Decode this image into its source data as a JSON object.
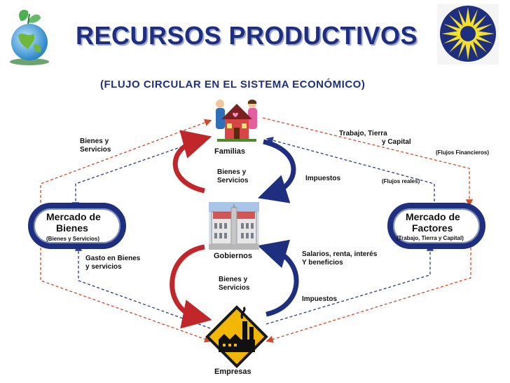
{
  "title": "RECURSOS PRODUCTIVOS",
  "subtitle": "(FLUJO CIRCULAR EN EL SISTEMA ECONÓMICO)",
  "nodes": {
    "familias": "Familias",
    "gobiernos": "Gobiernos",
    "empresas": "Empresas",
    "mercado_bienes": {
      "title_line1": "Mercado de",
      "title_line2": "Bienes",
      "subtitle": "(Bienes y Servicios)"
    },
    "mercado_factores": {
      "title_line1": "Mercado de",
      "title_line2": "Factores",
      "subtitle": "(Trabajo, Tierra  y Capital)"
    }
  },
  "labels": {
    "bienes_servicios_top_1": "Bienes y",
    "bienes_servicios_top_2": "Servicios",
    "trabajo_1": "Trabajo, Tierra",
    "trabajo_2": "y Capital",
    "flujos_financieros": "(Flujos Financieros)",
    "bienes_servicios_mid_1": "Bienes y",
    "bienes_servicios_mid_2": "Servicios",
    "impuestos_top": "Impuestos",
    "flujos_reales": "(Flujos reales)",
    "gasto_1": "Gasto en Bienes",
    "gasto_2": "y servicios",
    "salarios_1": "Salarios, renta, interés",
    "salarios_2": "Y beneficios",
    "bienes_servicios_low_1": "Bienes y",
    "bienes_servicios_low_2": "Servicios",
    "impuestos_low": "Impuestos"
  },
  "icons": [
    "globe-leaf-logo",
    "sun-seal-logo",
    "family-house-icon",
    "government-building-icon",
    "factory-warning-icon"
  ],
  "colors": {
    "title": "#1f2f80",
    "red_arrow": "#c0262a",
    "blue_arrow": "#1f2f80",
    "dashed_red": "#d04a2a",
    "dashed_blue": "#2a3a8f"
  }
}
